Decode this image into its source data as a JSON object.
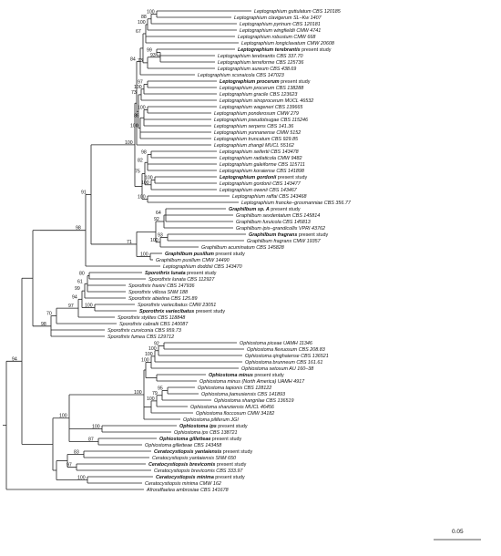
{
  "figure": {
    "scale_bar": {
      "label": "0.05"
    },
    "taxa": [
      {
        "n": "Leptographium guttulatum CBS 120185"
      },
      {
        "n": "Leptographium clavigerum SL–Kw 1407"
      },
      {
        "n": "Leptographium pyrinum CBS 120181"
      },
      {
        "n": "Leptographium wingfieldii CMW 4741"
      },
      {
        "n": "Leptographium robustum CMW 668"
      },
      {
        "n": "Leptographium longiclavatum CMW 20608"
      },
      {
        "n": "Leptographium terebrantis",
        "s": "present study"
      },
      {
        "n": "Leptographium terebrantis CBS 337.70"
      },
      {
        "n": "Leptographium terreforme CBS 125736"
      },
      {
        "n": "Leptographium aureum CBS 438.69"
      },
      {
        "n": "Leptographium scsnaicola CBS 147023"
      },
      {
        "n": "Leptographium procerum",
        "s": "present study"
      },
      {
        "n": "Leptographium procerum CBS 138288"
      },
      {
        "n": "Leptographium gracile CBS 123623"
      },
      {
        "n": "Leptographium sinoprocerum MUCL 46532"
      },
      {
        "n": "Leptographium wageneri CBS 139665"
      },
      {
        "n": "Leptographium ponderosum CMW 279"
      },
      {
        "n": "Leptographium pseudotsugae CBS 115246"
      },
      {
        "n": "Leptographium serpens CBS 141.36"
      },
      {
        "n": "Leptographium yunnanense CMW 5152"
      },
      {
        "n": "Leptographium truncatum CBS 929.85"
      },
      {
        "n": "Leptographium zhangii MUCL 55162"
      },
      {
        "n": "Leptographium seifertii CBS 143478"
      },
      {
        "n": "Leptographium radiaticola CMW 9482"
      },
      {
        "n": "Leptographium galeiforme CBS 115711"
      },
      {
        "n": "Leptographium koraiense CBS 141898"
      },
      {
        "n": "Leptographium gordonii",
        "s": "present study"
      },
      {
        "n": "Leptographium gordonii CBS 143477"
      },
      {
        "n": "Leptographium owenii CBS 143467"
      },
      {
        "n": "Leptographium raffai CBS 143468"
      },
      {
        "n": "Leptographium francke–grosmanniae CBS 356.77"
      },
      {
        "n": "Graphilbum sp. A",
        "s": "present study"
      },
      {
        "n": "Graphilbum sexdentatum CBS 145814"
      },
      {
        "n": "Graphilbum furuicola CBS 145813"
      },
      {
        "n": "Graphilbum ipis–grandicollis VPRI 43762"
      },
      {
        "n": "Graphilbum fragrans",
        "s": "present study"
      },
      {
        "n": "Graphilbum fragrans CMW 19357"
      },
      {
        "n": "Graphilbum acuminatum CBS 145828"
      },
      {
        "n": "Graphilbum pusillum",
        "s": "present study"
      },
      {
        "n": "Graphilbum pusillum CMW 14490"
      },
      {
        "n": "Leptographium doddsii CBS 143470"
      },
      {
        "n": "Sporothrix lunata",
        "s": "present study"
      },
      {
        "n": "Sporothrix lunata CBS 112927"
      },
      {
        "n": "Sporothrix fraxini CBS 147936"
      },
      {
        "n": "Sporothrix villosa SNM 188"
      },
      {
        "n": "Sporothrix abietina CBS 125.89"
      },
      {
        "n": "Sporothrix variecibatus CMW 23051"
      },
      {
        "n": "Sporothrix variecibatus",
        "s": "present study"
      },
      {
        "n": "Sporothrix stylites CBS 118848"
      },
      {
        "n": "Sporothrix cabralii CBS 140087"
      },
      {
        "n": "Sporothrix curviconia CBS 959.73"
      },
      {
        "n": "Sporothrix fumea CBS 129712"
      },
      {
        "n": "Ophiostoma piceae UAMH 11346"
      },
      {
        "n": "Ophiostoma flexuosum CBS 208.83"
      },
      {
        "n": "Ophiostoma qinghaiense CBS 136521"
      },
      {
        "n": "Ophiostoma brunneum CBS 161.61"
      },
      {
        "n": "Ophiostoma setosum AU 160–38"
      },
      {
        "n": "Ophiostoma minus",
        "s": "present study"
      },
      {
        "n": "Ophiostoma minus (North America) UAMH 4917"
      },
      {
        "n": "Ophiostoma tapionis CBS 128122"
      },
      {
        "n": "Ophiostoma jiamusiensis CBS 141893"
      },
      {
        "n": "Ophiostoma shangrilae CBS 136519"
      },
      {
        "n": "Ophiostoma shanziensis MUCL 46456"
      },
      {
        "n": "Ophiostoma floccosum CMW 34182"
      },
      {
        "n": "Ophiostoma piliferum JGI"
      },
      {
        "n": "Ophiostoma ips",
        "s": "present study"
      },
      {
        "n": "Ophiostoma ips CBS 138721"
      },
      {
        "n": "Ophiostoma gilletteae",
        "s": "present study"
      },
      {
        "n": "Ophiostoma gilletteae CBS 143458"
      },
      {
        "n": "Ceratocystiopsis yantaiensis",
        "s": "present study"
      },
      {
        "n": "Ceratocystiopsis yantaiensis SNM 650"
      },
      {
        "n": "Ceratocystiopsis brevicomis",
        "s": "present study"
      },
      {
        "n": "Ceratocystiopsis brevicomis CBS 333.97"
      },
      {
        "n": "Ceratocystiopsis minima",
        "s": "present study"
      },
      {
        "n": "Ceratocystiopsis minima CMW 162"
      },
      {
        "n": "Afroraffaelea ambrosiae CBS 141678"
      }
    ],
    "support_values": [
      "100",
      "88",
      "100",
      "67",
      "99",
      "93",
      "73",
      "84",
      "97",
      "100",
      "73",
      "100",
      "86",
      "100",
      "98",
      "82",
      "100",
      "100",
      "75",
      "100",
      "100",
      "91",
      "64",
      "92",
      "93",
      "100",
      "100",
      "71",
      "98",
      "80",
      "61",
      "99",
      "94",
      "100",
      "97",
      "70",
      "98",
      "92",
      "100",
      "100",
      "100",
      "79",
      "95",
      "100",
      "100",
      "100",
      "87",
      "100",
      "83",
      "97",
      "100",
      "94"
    ]
  }
}
